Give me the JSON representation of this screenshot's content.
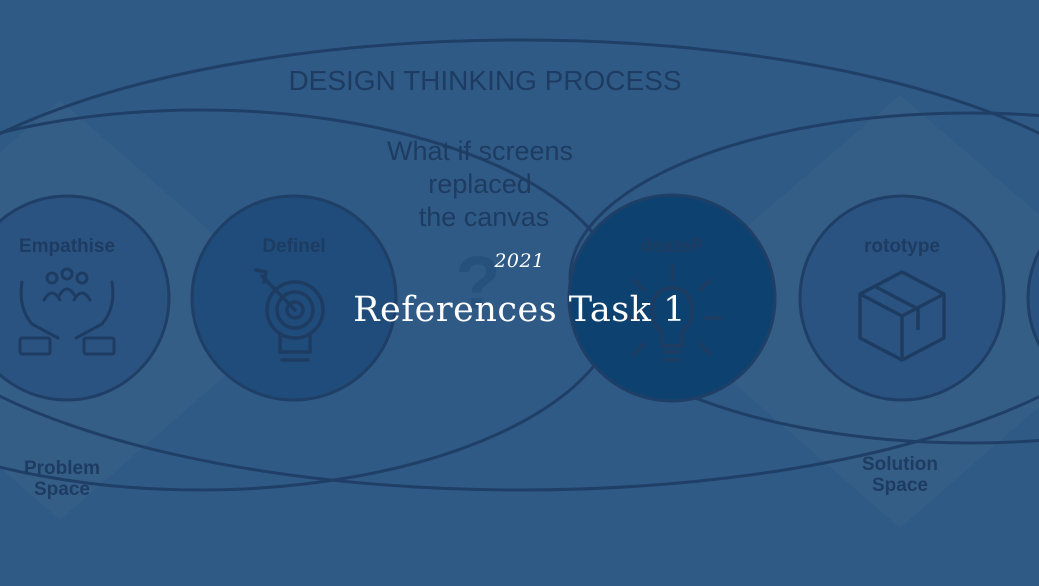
{
  "slide": {
    "year": "2021",
    "title": "References Task 1"
  },
  "background": {
    "heading": "DESIGN THINKING PROCESS",
    "question_lines": [
      "What if screens",
      "replaced",
      "the canvas"
    ],
    "stages": [
      {
        "label": "Empathise",
        "icon": "people-in-hands-icon"
      },
      {
        "label": "Definel",
        "icon": "target-bulb-icon"
      },
      {
        "label": "deateP",
        "icon": "lightbulb-idea-icon"
      },
      {
        "label": "rototype",
        "icon": "cube-icon"
      }
    ],
    "problem_space": [
      "Problem",
      "Space"
    ],
    "solution_space": [
      "Solution",
      "Space"
    ],
    "question_mark": "?"
  },
  "colors": {
    "background": "#2f5a86",
    "overlay_shapes": "#1e3e64",
    "text": "#ffffff"
  }
}
